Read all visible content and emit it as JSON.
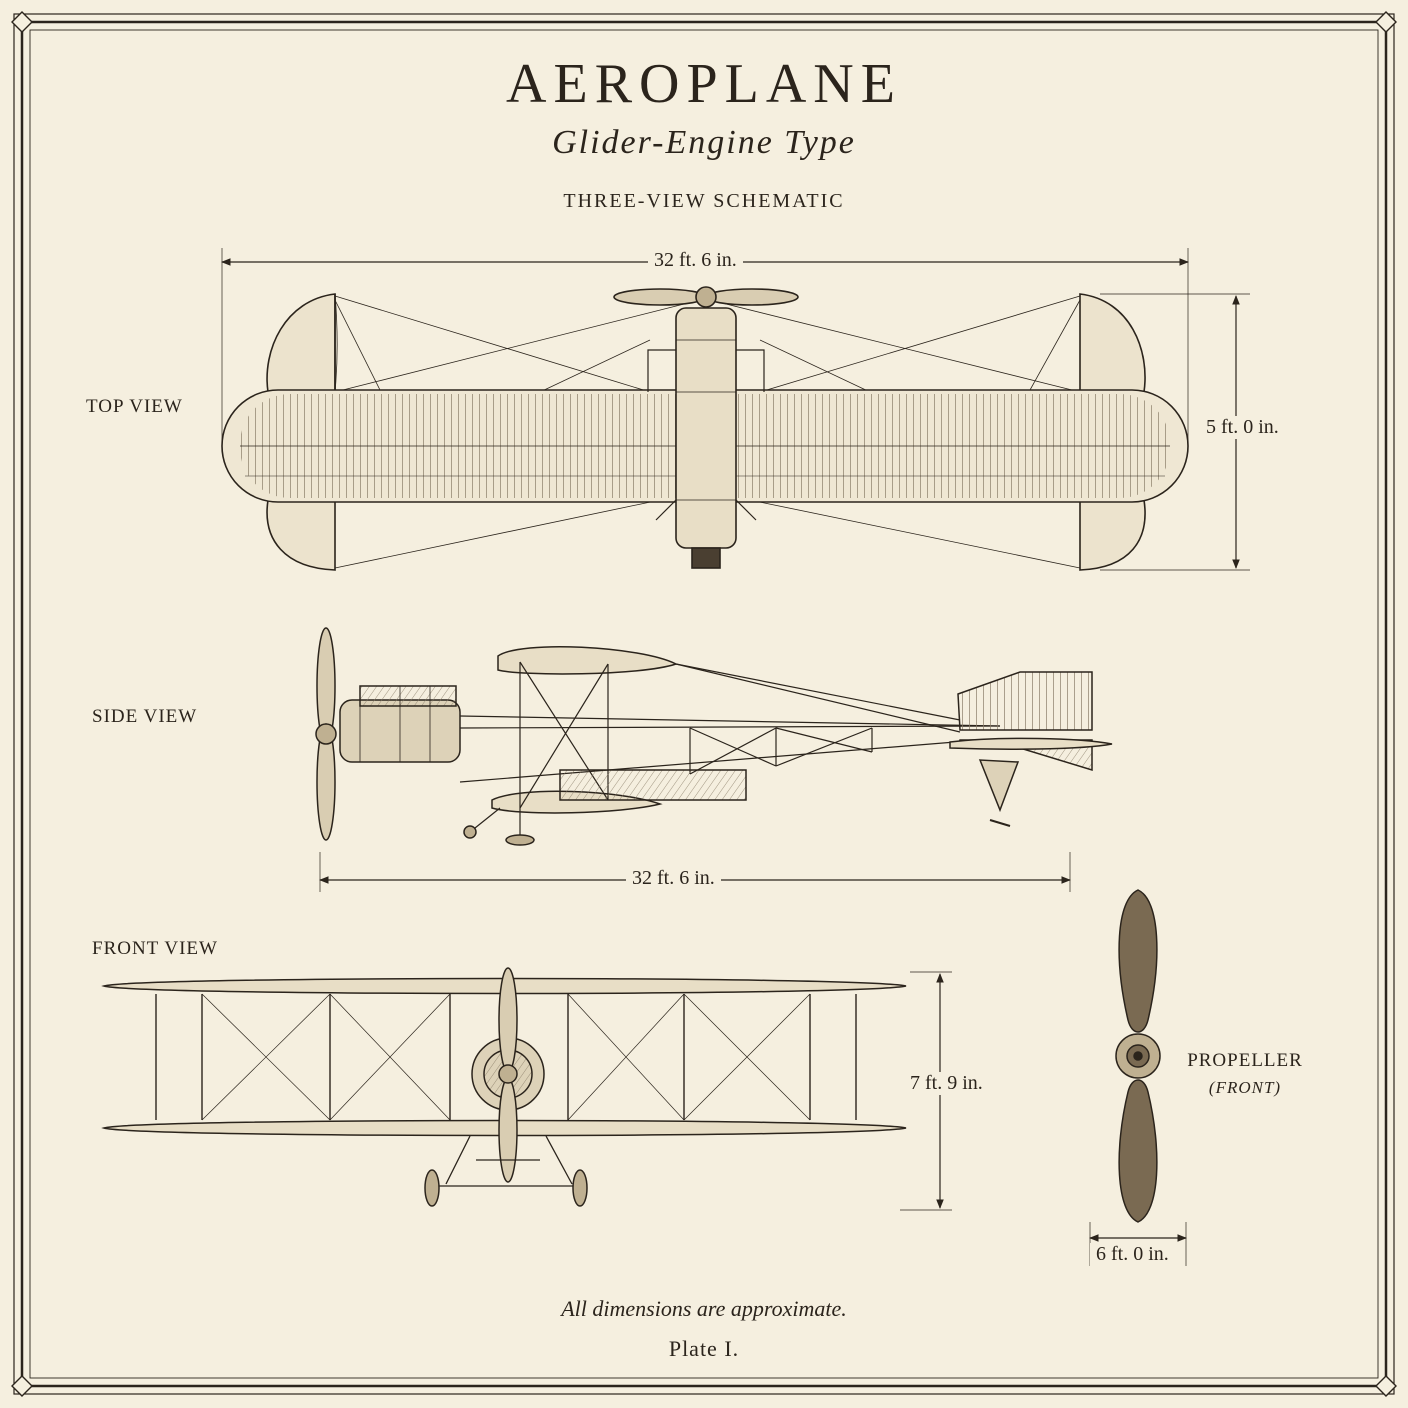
{
  "header": {
    "title": "AEROPLANE",
    "subtitle": "Glider-Engine Type",
    "caption": "THREE-VIEW SCHEMATIC"
  },
  "views": {
    "top": {
      "label": "TOP VIEW",
      "span_dimension": "32 ft. 6 in.",
      "depth_dimension": "5 ft. 0 in."
    },
    "side": {
      "label": "SIDE VIEW",
      "length_dimension": "32 ft. 6 in."
    },
    "front": {
      "label": "FRONT VIEW",
      "height_dimension": "7 ft. 9 in."
    },
    "propeller": {
      "label": "PROPELLER",
      "sublabel": "(FRONT)",
      "diameter_dimension": "6 ft. 0 in."
    }
  },
  "footer": {
    "note": "All dimensions are approximate.",
    "plate": "Plate I."
  },
  "colors": {
    "paper": "#f5efdf",
    "ink": "#2b241c"
  }
}
